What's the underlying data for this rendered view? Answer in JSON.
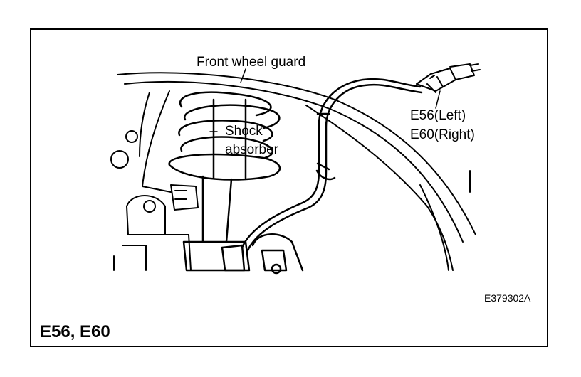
{
  "labels": {
    "front_wheel_guard": "Front wheel guard",
    "shock_absorber_line1": "Shock",
    "shock_absorber_line2": "absorber",
    "connector_left": "E56(Left)",
    "connector_right": "E60(Right)"
  },
  "figure_code": "E379302A",
  "title": "E56, E60",
  "colors": {
    "ink": "#000000",
    "background": "#ffffff"
  }
}
